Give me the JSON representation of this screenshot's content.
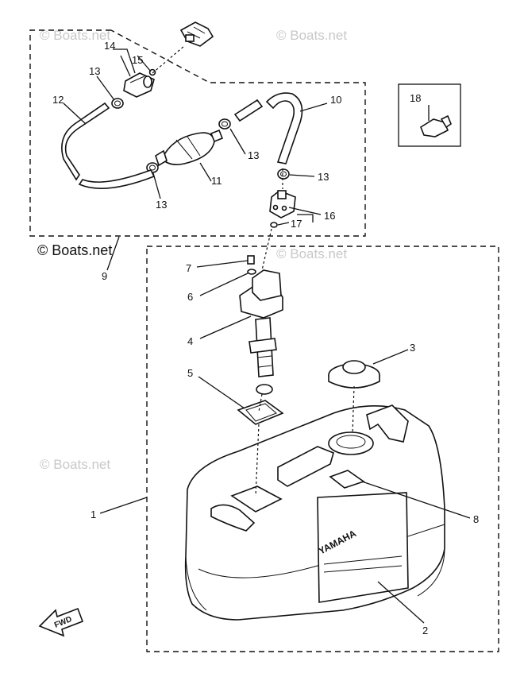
{
  "watermarks": {
    "light": "© Boats.net",
    "dark": "© Boats.net"
  },
  "callouts": {
    "c1": "1",
    "c2": "2",
    "c3": "3",
    "c4": "4",
    "c5": "5",
    "c6": "6",
    "c7": "7",
    "c8": "8",
    "c9": "9",
    "c10": "10",
    "c11": "11",
    "c12": "12",
    "c13a": "13",
    "c13b": "13",
    "c13c": "13",
    "c13d": "13",
    "c14": "14",
    "c15": "15",
    "c16": "16",
    "c17": "17",
    "c18": "18"
  },
  "tank_brand": "YAMAHA",
  "fwd_label": "FWD",
  "colors": {
    "ink": "#111111",
    "watermark": "#c8c8c8",
    "paper": "#ffffff"
  }
}
